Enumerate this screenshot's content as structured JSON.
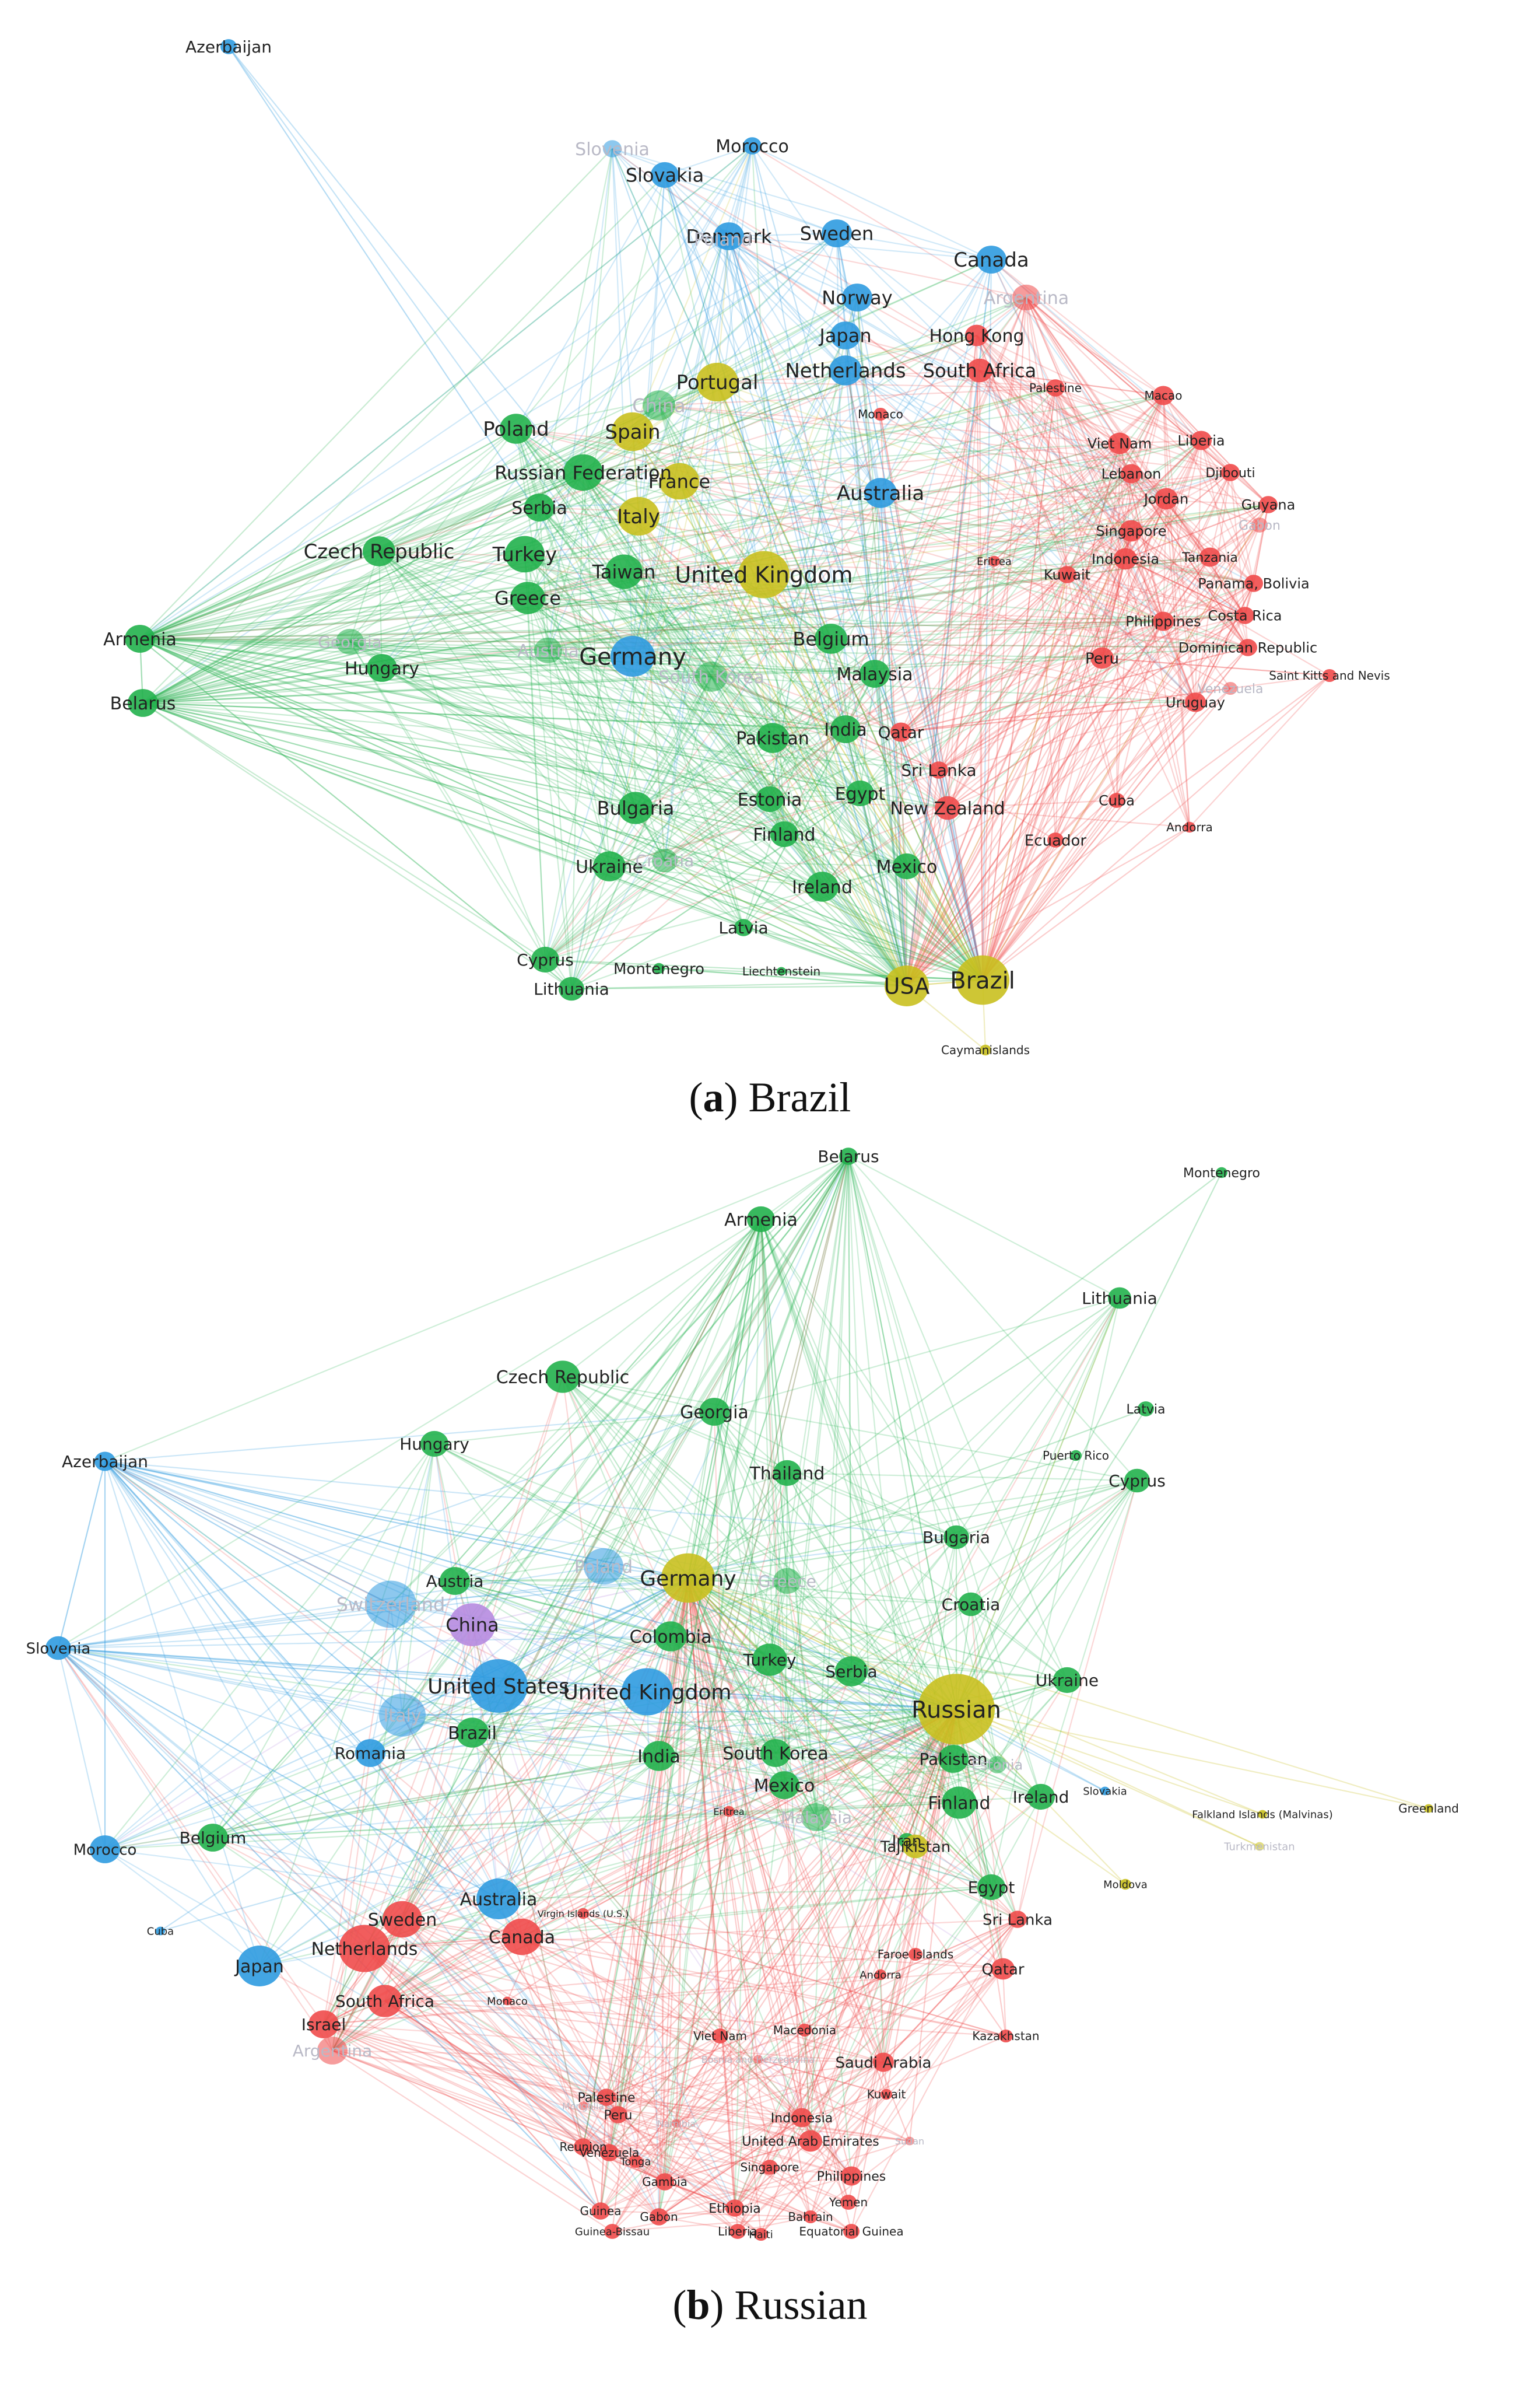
{
  "colors": {
    "green": "#22b14c",
    "blue": "#2f9be0",
    "yellow": "#c9c01f",
    "red": "#ef4b4b",
    "purple": "#b68be0",
    "olive": "#c7c733"
  },
  "panels": [
    {
      "id": "a",
      "caption_letter": "a",
      "caption_text": "Brazil",
      "hubs": [
        "Brazil",
        "USA"
      ],
      "nodes": [
        {
          "label": "Azerbaijan",
          "c": "blue"
        },
        {
          "label": "Slovenia",
          "c": "blue",
          "faint": true
        },
        {
          "label": "Morocco",
          "c": "blue"
        },
        {
          "label": "Slovakia",
          "c": "blue"
        },
        {
          "label": "Denmark",
          "c": "blue"
        },
        {
          "label": "Sweden",
          "c": "blue"
        },
        {
          "label": "Poland",
          "c": "blue",
          "faint": true
        },
        {
          "label": "Canada",
          "c": "blue"
        },
        {
          "label": "Argentina",
          "c": "red",
          "faint": true
        },
        {
          "label": "Norway",
          "c": "blue"
        },
        {
          "label": "Japan",
          "c": "blue"
        },
        {
          "label": "Hong Kong",
          "c": "red"
        },
        {
          "label": "Netherlands",
          "c": "blue"
        },
        {
          "label": "South Africa",
          "c": "red"
        },
        {
          "label": "Portugal",
          "c": "yellow"
        },
        {
          "label": "China",
          "c": "green",
          "faint": true
        },
        {
          "label": "Monaco",
          "c": "red"
        },
        {
          "label": "Poland",
          "c": "green"
        },
        {
          "label": "Spain",
          "c": "yellow"
        },
        {
          "label": "Russian Federation",
          "c": "green"
        },
        {
          "label": "France",
          "c": "yellow"
        },
        {
          "label": "Australia",
          "c": "blue"
        },
        {
          "label": "Serbia",
          "c": "green"
        },
        {
          "label": "Italy",
          "c": "yellow"
        },
        {
          "label": "Czech Republic",
          "c": "green"
        },
        {
          "label": "Turkey",
          "c": "green"
        },
        {
          "label": "Taiwan",
          "c": "green"
        },
        {
          "label": "United Kingdom",
          "c": "yellow"
        },
        {
          "label": "Greece",
          "c": "green"
        },
        {
          "label": "Armenia",
          "c": "green"
        },
        {
          "label": "Georgia",
          "c": "green",
          "faint": true
        },
        {
          "label": "Austria",
          "c": "green",
          "faint": true
        },
        {
          "label": "Germany",
          "c": "blue"
        },
        {
          "label": "Belgium",
          "c": "green"
        },
        {
          "label": "Hungary",
          "c": "green"
        },
        {
          "label": "South Korea",
          "c": "green",
          "faint": true
        },
        {
          "label": "Malaysia",
          "c": "green"
        },
        {
          "label": "Belarus",
          "c": "green"
        },
        {
          "label": "India",
          "c": "green"
        },
        {
          "label": "Qatar",
          "c": "red"
        },
        {
          "label": "Pakistan",
          "c": "green"
        },
        {
          "label": "Sri Lanka",
          "c": "red"
        },
        {
          "label": "Estonia",
          "c": "green"
        },
        {
          "label": "Egypt",
          "c": "green"
        },
        {
          "label": "New Zealand",
          "c": "red"
        },
        {
          "label": "Bulgaria",
          "c": "green"
        },
        {
          "label": "Finland",
          "c": "green"
        },
        {
          "label": "Ukraine",
          "c": "green"
        },
        {
          "label": "Croatia",
          "c": "green",
          "faint": true
        },
        {
          "label": "Mexico",
          "c": "green"
        },
        {
          "label": "Ireland",
          "c": "green"
        },
        {
          "label": "Latvia",
          "c": "green"
        },
        {
          "label": "Cyprus",
          "c": "green"
        },
        {
          "label": "Montenegro",
          "c": "green"
        },
        {
          "label": "Liechtenstein",
          "c": "green"
        },
        {
          "label": "Lithuania",
          "c": "green"
        },
        {
          "label": "USA",
          "c": "yellow"
        },
        {
          "label": "Brazil",
          "c": "yellow"
        },
        {
          "label": "Caymanislands",
          "c": "yellow"
        },
        {
          "label": "Eritrea",
          "c": "red"
        },
        {
          "label": "Palestine",
          "c": "red"
        },
        {
          "label": "Macao",
          "c": "red"
        },
        {
          "label": "Viet Nam",
          "c": "red"
        },
        {
          "label": "Liberia",
          "c": "red"
        },
        {
          "label": "Lebanon",
          "c": "red"
        },
        {
          "label": "Djibouti",
          "c": "red"
        },
        {
          "label": "Jordan",
          "c": "red"
        },
        {
          "label": "Guyana",
          "c": "red"
        },
        {
          "label": "Gabon",
          "c": "red",
          "faint": true
        },
        {
          "label": "Singapore",
          "c": "red"
        },
        {
          "label": "Kuwait",
          "c": "red"
        },
        {
          "label": "Indonesia",
          "c": "red"
        },
        {
          "label": "Tanzania",
          "c": "red"
        },
        {
          "label": "Panama, Bolivia",
          "c": "red"
        },
        {
          "label": "Philippines",
          "c": "red"
        },
        {
          "label": "Costa Rica",
          "c": "red"
        },
        {
          "label": "Dominican Republic",
          "c": "red"
        },
        {
          "label": "Peru",
          "c": "red"
        },
        {
          "label": "Venezuela",
          "c": "red",
          "faint": true
        },
        {
          "label": "Saint Kitts and Nevis",
          "c": "red"
        },
        {
          "label": "Uruguay",
          "c": "red"
        },
        {
          "label": "Cuba",
          "c": "red"
        },
        {
          "label": "Ecuador",
          "c": "red"
        },
        {
          "label": "Andorra",
          "c": "red"
        }
      ]
    },
    {
      "id": "b",
      "caption_letter": "b",
      "caption_text": "Russian",
      "hubs": [
        "Russian",
        "Germany"
      ],
      "nodes": [
        {
          "label": "Belarus",
          "c": "green"
        },
        {
          "label": "Montenegro",
          "c": "green"
        },
        {
          "label": "Armenia",
          "c": "green"
        },
        {
          "label": "Lithuania",
          "c": "green"
        },
        {
          "label": "Czech Republic",
          "c": "green"
        },
        {
          "label": "Georgia",
          "c": "green"
        },
        {
          "label": "Latvia",
          "c": "green"
        },
        {
          "label": "Azerbaijan",
          "c": "blue"
        },
        {
          "label": "Hungary",
          "c": "green"
        },
        {
          "label": "Thailand",
          "c": "green"
        },
        {
          "label": "Puerto Rico",
          "c": "green"
        },
        {
          "label": "Cyprus",
          "c": "green"
        },
        {
          "label": "Bulgaria",
          "c": "green"
        },
        {
          "label": "Poland",
          "c": "blue",
          "faint": true
        },
        {
          "label": "Germany",
          "c": "yellow"
        },
        {
          "label": "Austria",
          "c": "green"
        },
        {
          "label": "Switzerland",
          "c": "blue",
          "faint": true
        },
        {
          "label": "Greece",
          "c": "green",
          "faint": true
        },
        {
          "label": "China",
          "c": "purple"
        },
        {
          "label": "Croatia",
          "c": "green"
        },
        {
          "label": "Slovenia",
          "c": "blue"
        },
        {
          "label": "Colombia",
          "c": "green"
        },
        {
          "label": "Turkey",
          "c": "green"
        },
        {
          "label": "Serbia",
          "c": "green"
        },
        {
          "label": "Ukraine",
          "c": "green"
        },
        {
          "label": "United States",
          "c": "blue"
        },
        {
          "label": "Italy",
          "c": "blue",
          "faint": true
        },
        {
          "label": "United Kingdom",
          "c": "blue"
        },
        {
          "label": "Russian",
          "c": "yellow"
        },
        {
          "label": "Brazil",
          "c": "green"
        },
        {
          "label": "Romania",
          "c": "blue"
        },
        {
          "label": "India",
          "c": "green"
        },
        {
          "label": "South Korea",
          "c": "green"
        },
        {
          "label": "Pakistan",
          "c": "green"
        },
        {
          "label": "Estonia",
          "c": "green",
          "faint": true
        },
        {
          "label": "Mexico",
          "c": "green"
        },
        {
          "label": "Finland",
          "c": "green"
        },
        {
          "label": "Ireland",
          "c": "green"
        },
        {
          "label": "Eritrea",
          "c": "red"
        },
        {
          "label": "Greenland",
          "c": "yellow"
        },
        {
          "label": "Falkland Islands (Malvinas)",
          "c": "yellow"
        },
        {
          "label": "Slovakia",
          "c": "blue"
        },
        {
          "label": "Belgium",
          "c": "green"
        },
        {
          "label": "Malaysia",
          "c": "green",
          "faint": true
        },
        {
          "label": "Iran",
          "c": "green"
        },
        {
          "label": "Tajikistan",
          "c": "yellow"
        },
        {
          "label": "Turkmenistan",
          "c": "yellow",
          "faint": true
        },
        {
          "label": "Morocco",
          "c": "blue"
        },
        {
          "label": "Moldova",
          "c": "yellow"
        },
        {
          "label": "Egypt",
          "c": "green"
        },
        {
          "label": "Australia",
          "c": "blue"
        },
        {
          "label": "Virgin Islands (U.S.)",
          "c": "red"
        },
        {
          "label": "Sweden",
          "c": "red"
        },
        {
          "label": "Sri Lanka",
          "c": "red"
        },
        {
          "label": "Cuba",
          "c": "blue"
        },
        {
          "label": "Canada",
          "c": "red"
        },
        {
          "label": "Netherlands",
          "c": "red"
        },
        {
          "label": "Japan",
          "c": "blue"
        },
        {
          "label": "Faroe Islands",
          "c": "red"
        },
        {
          "label": "Qatar",
          "c": "red"
        },
        {
          "label": "South Africa",
          "c": "red"
        },
        {
          "label": "Monaco",
          "c": "red"
        },
        {
          "label": "Andorra",
          "c": "red"
        },
        {
          "label": "Israel",
          "c": "red"
        },
        {
          "label": "Viet Nam",
          "c": "red"
        },
        {
          "label": "Macedonia",
          "c": "red"
        },
        {
          "label": "Kazakhstan",
          "c": "red"
        },
        {
          "label": "Argentina",
          "c": "red",
          "faint": true
        },
        {
          "label": "Bosnia and Herzegovina",
          "c": "red",
          "faint": true
        },
        {
          "label": "Saudi Arabia",
          "c": "red"
        },
        {
          "label": "Kuwait",
          "c": "red"
        },
        {
          "label": "Palestine",
          "c": "red"
        },
        {
          "label": "Mongolia",
          "c": "red",
          "faint": true
        },
        {
          "label": "Peru",
          "c": "red"
        },
        {
          "label": "Indonesia",
          "c": "red"
        },
        {
          "label": "Namibia",
          "c": "red",
          "faint": true
        },
        {
          "label": "United Arab Emirates",
          "c": "red"
        },
        {
          "label": "Sudan",
          "c": "red",
          "faint": true
        },
        {
          "label": "Reunion",
          "c": "red"
        },
        {
          "label": "Venezuela",
          "c": "red"
        },
        {
          "label": "Tonga",
          "c": "red"
        },
        {
          "label": "Singapore",
          "c": "red"
        },
        {
          "label": "Philippines",
          "c": "red"
        },
        {
          "label": "Gambia",
          "c": "red"
        },
        {
          "label": "Yemen",
          "c": "red"
        },
        {
          "label": "Ethiopia",
          "c": "red"
        },
        {
          "label": "Guinea",
          "c": "red"
        },
        {
          "label": "Gabon",
          "c": "red"
        },
        {
          "label": "Liberia",
          "c": "red"
        },
        {
          "label": "Bahrain",
          "c": "red"
        },
        {
          "label": "Guinea-Bissau",
          "c": "red"
        },
        {
          "label": "Haiti",
          "c": "red"
        },
        {
          "label": "Equatorial Guinea",
          "c": "red"
        }
      ]
    }
  ]
}
